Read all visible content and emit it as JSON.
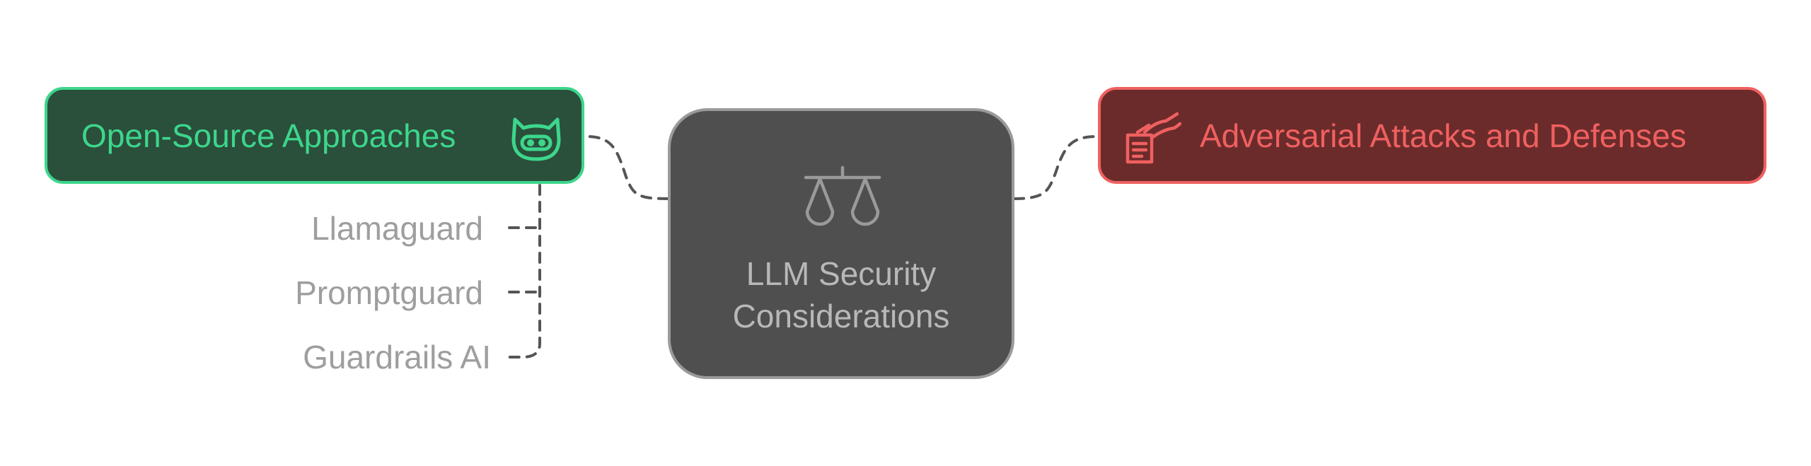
{
  "diagram": {
    "center": {
      "line1": "LLM Security",
      "line2": "Considerations",
      "icon": "balance-scale-icon"
    },
    "left_branch": {
      "label": "Open-Source Approaches",
      "icon": "github-octocat-icon",
      "children": [
        {
          "label": "Llamaguard"
        },
        {
          "label": "Promptguard"
        },
        {
          "label": "Guardrails AI"
        }
      ]
    },
    "right_branch": {
      "label": "Adversarial Attacks and Defenses",
      "icon": "hand-writing-document-icon"
    }
  },
  "colors": {
    "left_fill": "#2a4f3b",
    "left_accent": "#3dd68c",
    "right_fill": "#6b2b2b",
    "right_accent": "#f06060",
    "center_fill": "#4f4f4f",
    "center_border": "#9a9a9a",
    "leaf_text": "#9e9e9e",
    "connector": "#555555"
  }
}
